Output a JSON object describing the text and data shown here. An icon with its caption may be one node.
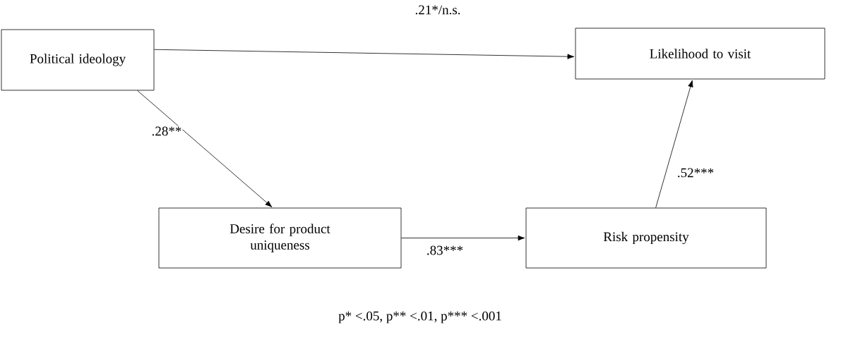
{
  "diagram": {
    "nodes": [
      {
        "text": [
          "Political ideology"
        ]
      },
      {
        "text": [
          "Likelihood to visit"
        ]
      },
      {
        "text": [
          "Desire for product uniqueness"
        ]
      },
      {
        "text": [
          "Risk propensity"
        ]
      }
    ],
    "edges": [
      {
        "from": 0,
        "to": 1,
        "arrow": "to",
        "label": ".21*/n.s."
      },
      {
        "from": 0,
        "to": 2,
        "arrow": "to",
        "label": ".28**"
      },
      {
        "from": 2,
        "to": 3,
        "arrow": "to",
        "label": ".83***"
      },
      {
        "from": 3,
        "to": 1,
        "arrow": "to",
        "label": ".52***"
      }
    ],
    "labels": [
      "p* <.05, p** <.01, p*** <.001"
    ]
  }
}
